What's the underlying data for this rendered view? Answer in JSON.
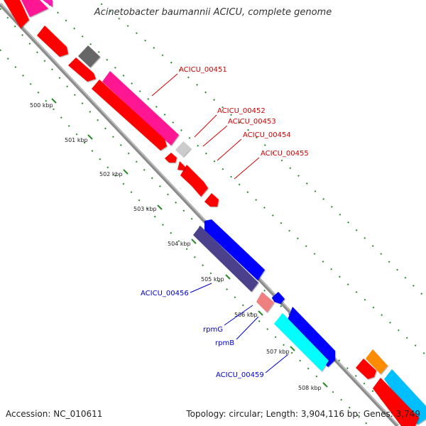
{
  "title": "Acinetobacter baumannii ACICU, complete genome",
  "footer": {
    "accession": "Accession: NC_010611",
    "summary": "Topology: circular; Length: 3,904,116 bp; Genes: 3,749"
  },
  "colors": {
    "backbone": "#909090",
    "tick": "#2a8a2a",
    "forward_label": "#cc0000",
    "reverse_label": "#0000cc"
  },
  "ticks": [
    "500 kbp",
    "501 kbp",
    "502 kbp",
    "503 kbp",
    "504 kbp",
    "505 kbp",
    "506 kbp",
    "507 kbp",
    "508 kbp"
  ],
  "gene_labels": [
    {
      "text": "ACICU_00451",
      "strand": "forward"
    },
    {
      "text": "ACICU_00452",
      "strand": "forward"
    },
    {
      "text": "ACICU_00453",
      "strand": "forward"
    },
    {
      "text": "ACICU_00454",
      "strand": "forward"
    },
    {
      "text": "ACICU_00455",
      "strand": "forward"
    },
    {
      "text": "ACICU_00456",
      "strand": "reverse"
    },
    {
      "text": "rpmG",
      "strand": "reverse"
    },
    {
      "text": "rpmB",
      "strand": "reverse"
    },
    {
      "text": "ACICU_00459",
      "strand": "reverse"
    }
  ]
}
